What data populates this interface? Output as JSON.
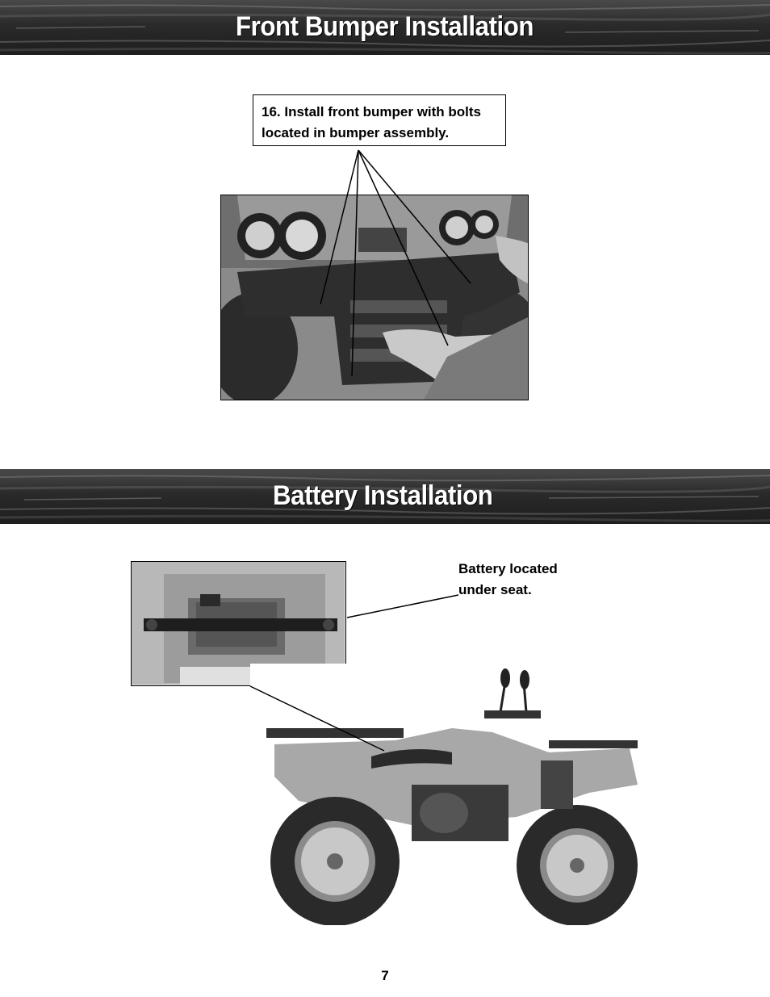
{
  "sections": [
    {
      "title": "Front Bumper Installation"
    },
    {
      "title": "Battery Installation"
    }
  ],
  "bumper": {
    "callout_line1": "16.  Install front bumper with bolts",
    "callout_line2": "located in bumper assembly."
  },
  "battery": {
    "label_line1": "Battery located",
    "label_line2": "under seat."
  },
  "page_number": "7",
  "colors": {
    "banner_dark": "#1e1e1e",
    "banner_text": "#ffffff"
  },
  "icons": [
    "front-bumper-photo",
    "battery-compartment-photo",
    "atv-side-view-photo"
  ]
}
